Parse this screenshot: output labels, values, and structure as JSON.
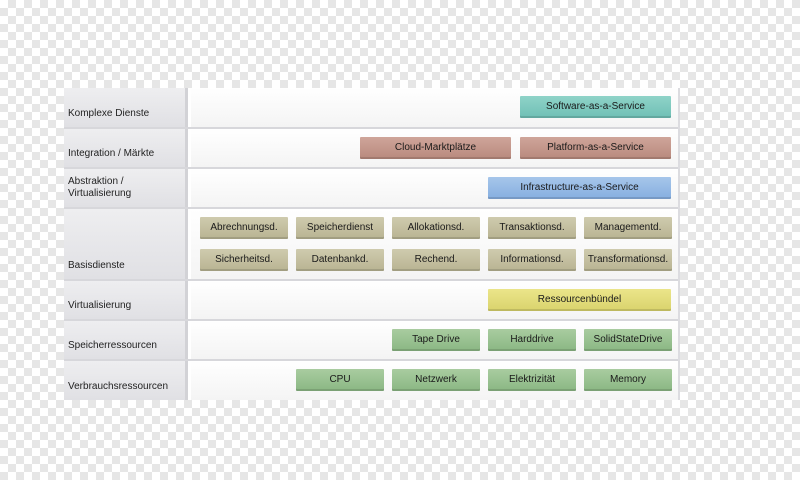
{
  "layers": [
    {
      "label": "Komplexe Dienste",
      "boxes": [
        "Software-as-a-Service"
      ]
    },
    {
      "label": "Integration / Märkte",
      "boxes": [
        "Cloud-Marktplätze",
        "Platform-as-a-Service"
      ]
    },
    {
      "label": "Abstraktion /\nVirtualisierung",
      "boxes": [
        "Infrastructure-as-a-Service"
      ]
    },
    {
      "label": "Basisdienste",
      "boxes": [
        "Abrechnungsd.",
        "Speicherdienst",
        "Allokationsd.",
        "Transaktionsd.",
        "Managementd.",
        "Sicherheitsd.",
        "Datenbankd.",
        "Rechend.",
        "Informationsd.",
        "Transformationsd."
      ]
    },
    {
      "label": "Virtualisierung",
      "boxes": [
        "Ressourcenbündel"
      ]
    },
    {
      "label": "Speicherressourcen",
      "boxes": [
        "Tape Drive",
        "Harddrive",
        "SolidStateDrive"
      ]
    },
    {
      "label": "Verbrauchsressourcen",
      "boxes": [
        "CPU",
        "Netzwerk",
        "Elektrizität",
        "Memory"
      ]
    }
  ],
  "colors": {
    "complex_services": "#7cc8bd",
    "integration": "#c1978b",
    "abstraction": "#96bae5",
    "base_services": "#c3bea0",
    "virtualization": "#e2dc7b",
    "resources": "#99c191"
  }
}
